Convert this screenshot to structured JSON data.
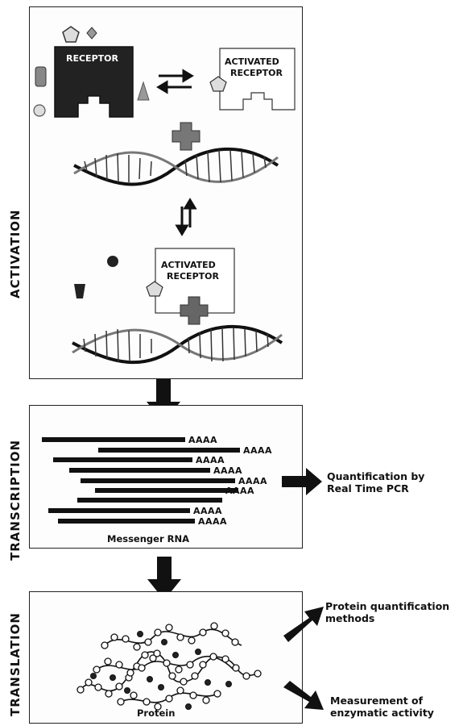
{
  "sections": {
    "activation": "ACTIVATION",
    "transcription": "TRANSCRIPTION",
    "translation": "TRANSLATION"
  },
  "activation": {
    "receptor_label": "RECEPTOR",
    "activated_receptor_top": [
      "ACTIVATED",
      "RECEPTOR"
    ],
    "activated_receptor_bottom": [
      "ACTIVATED",
      "RECEPTOR"
    ]
  },
  "transcription": {
    "poly_a_tail": "AAAA",
    "mrna_label": "Messenger RNA",
    "qpcr_note": [
      "Quantification by",
      "Real Time PCR"
    ]
  },
  "translation": {
    "protein_label": "Protein",
    "protein_quant_note": [
      "Protein quantification",
      "methods"
    ],
    "enzyme_note": [
      "Measurement of",
      "enzymatic activity"
    ]
  },
  "colors": {
    "ink": "#111111",
    "receptor_fill": "#222222",
    "molecule_grey": "#8a8a8a",
    "ligand_fill": "#d8d8d8"
  }
}
